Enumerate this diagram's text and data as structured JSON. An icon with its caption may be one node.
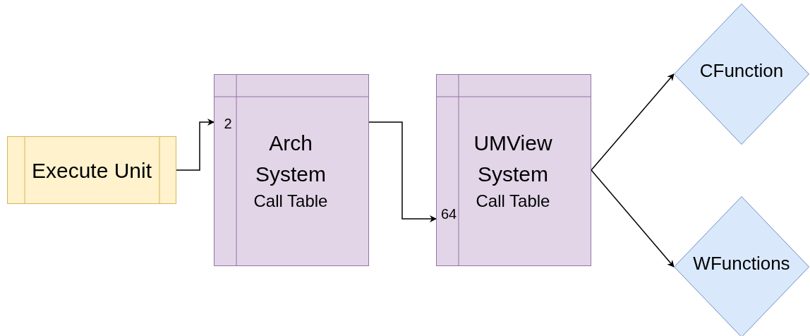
{
  "diagram": {
    "nodes": [
      {
        "text": [
          "Execute Unit"
        ]
      },
      {
        "text": [
          "2",
          "Arch System",
          "Call Table"
        ]
      },
      {
        "text": [
          "64",
          "UMView System",
          "Call Table"
        ]
      },
      {
        "text": [
          "CFunction"
        ]
      },
      {
        "text": [
          "WFunctions"
        ]
      }
    ],
    "edges": [
      {
        "from": 0,
        "to": 1,
        "arrow": "to"
      },
      {
        "from": 1,
        "to": 2,
        "arrow": "to"
      },
      {
        "from": 2,
        "to": 3,
        "arrow": "to"
      },
      {
        "from": 2,
        "to": 4,
        "arrow": "to"
      }
    ]
  }
}
